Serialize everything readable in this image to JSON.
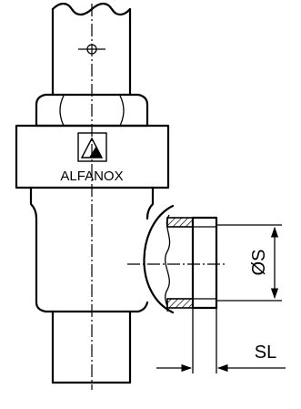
{
  "brand": {
    "name": "ALFANOX"
  },
  "dimensions": {
    "diameter_label": "ØS",
    "length_label": "SL"
  }
}
